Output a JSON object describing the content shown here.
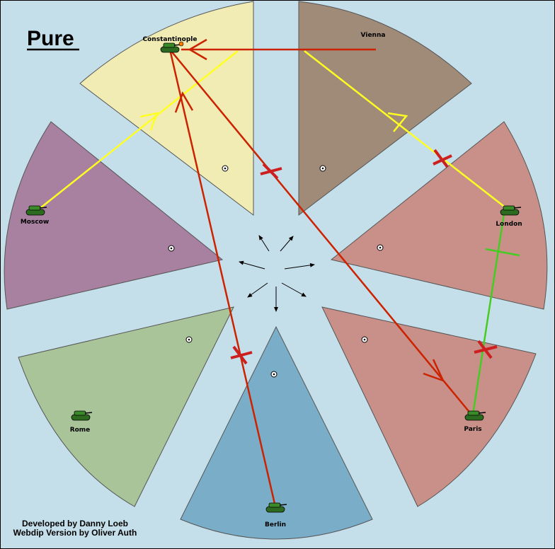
{
  "title": "Pure",
  "credits": {
    "developer": "Developed by Danny Loeb",
    "webdip": "Webdip Version by Oliver Auth"
  },
  "colors": {
    "background": "#c5dfea",
    "move_order": "#cc2200",
    "support_order": "#ffff22",
    "convoy_support_order": "#44cc22",
    "failed_mark": "#cc2020",
    "unit": "#3a8a2a"
  },
  "territories": [
    {
      "id": "constantinople",
      "label": "Constantinople",
      "fill": "#f0ecb4",
      "unit": "army-tank-icon"
    },
    {
      "id": "vienna",
      "label": "Vienna",
      "fill": "#a08a78",
      "unit": null
    },
    {
      "id": "london",
      "label": "London",
      "fill": "#c89088",
      "unit": "army-tank-icon"
    },
    {
      "id": "paris",
      "label": "Paris",
      "fill": "#c89088",
      "unit": "army-tank-icon"
    },
    {
      "id": "berlin",
      "label": "Berlin",
      "fill": "#7aaec8",
      "unit": "army-tank-icon"
    },
    {
      "id": "rome",
      "label": "Rome",
      "fill": "#a8c498",
      "unit": "army-tank-icon"
    },
    {
      "id": "moscow",
      "label": "Moscow",
      "fill": "#a880a0",
      "unit": "army-tank-icon"
    }
  ],
  "orders": [
    {
      "from": "vienna",
      "to": "constantinople",
      "type": "move",
      "status": "success"
    },
    {
      "from": "berlin",
      "to": "constantinople",
      "type": "move",
      "status": "failed"
    },
    {
      "from": "constantinople",
      "to": "paris",
      "type": "move",
      "status": "failed"
    },
    {
      "from": "moscow",
      "to": "constantinople",
      "type": "support",
      "status": "success"
    },
    {
      "from": "london",
      "to": "vienna",
      "type": "support",
      "status": "failed"
    },
    {
      "from": "london",
      "to": "paris",
      "type": "support",
      "status": "failed"
    }
  ]
}
